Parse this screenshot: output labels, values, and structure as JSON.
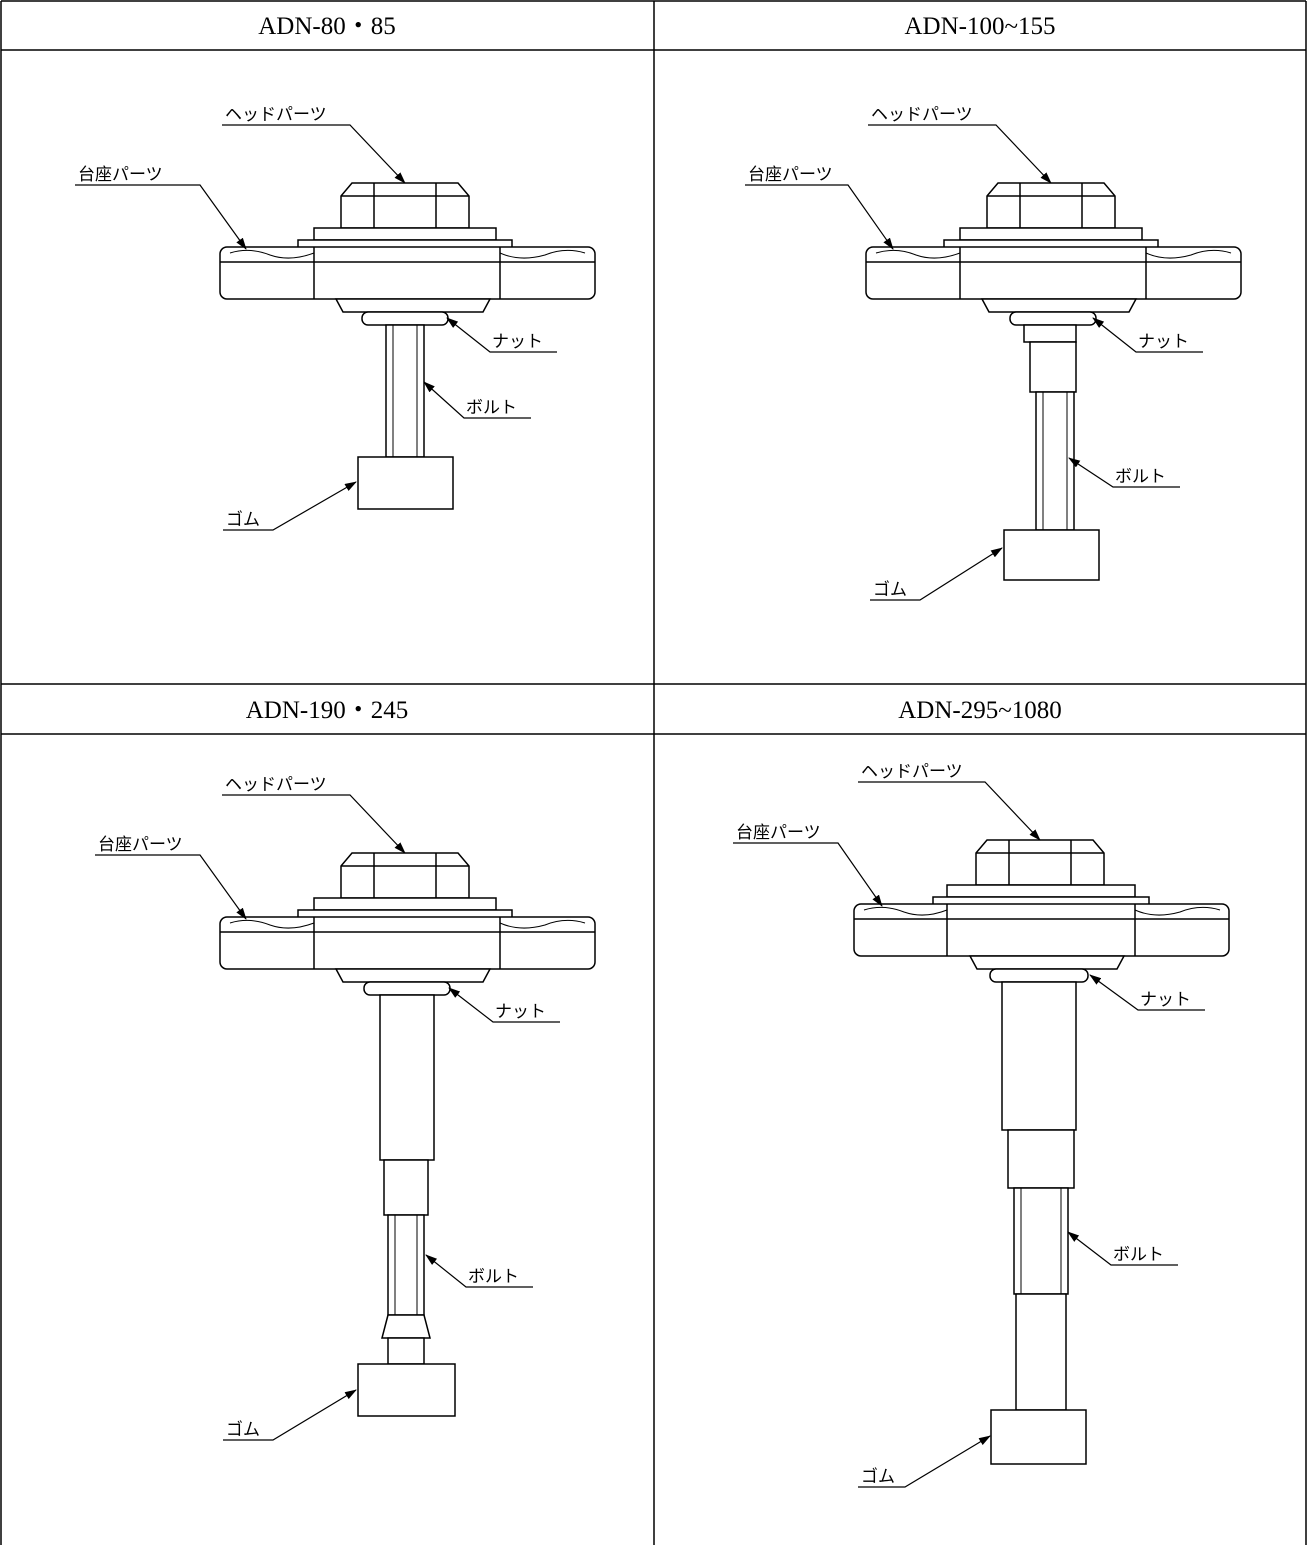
{
  "panels": [
    {
      "title": "ADN-80・85",
      "labels": {
        "head": "ヘッドパーツ",
        "base": "台座パーツ",
        "nut": "ナット",
        "bolt": "ボルト",
        "rubber": "ゴム"
      }
    },
    {
      "title": "ADN-100~155",
      "labels": {
        "head": "ヘッドパーツ",
        "base": "台座パーツ",
        "nut": "ナット",
        "bolt": "ボルト",
        "rubber": "ゴム"
      }
    },
    {
      "title": "ADN-190・245",
      "labels": {
        "head": "ヘッドパーツ",
        "base": "台座パーツ",
        "nut": "ナット",
        "bolt": "ボルト",
        "rubber": "ゴム"
      }
    },
    {
      "title": "ADN-295~1080",
      "labels": {
        "head": "ヘッドパーツ",
        "base": "台座パーツ",
        "nut": "ナット",
        "bolt": "ボルト",
        "rubber": "ゴム"
      }
    }
  ]
}
